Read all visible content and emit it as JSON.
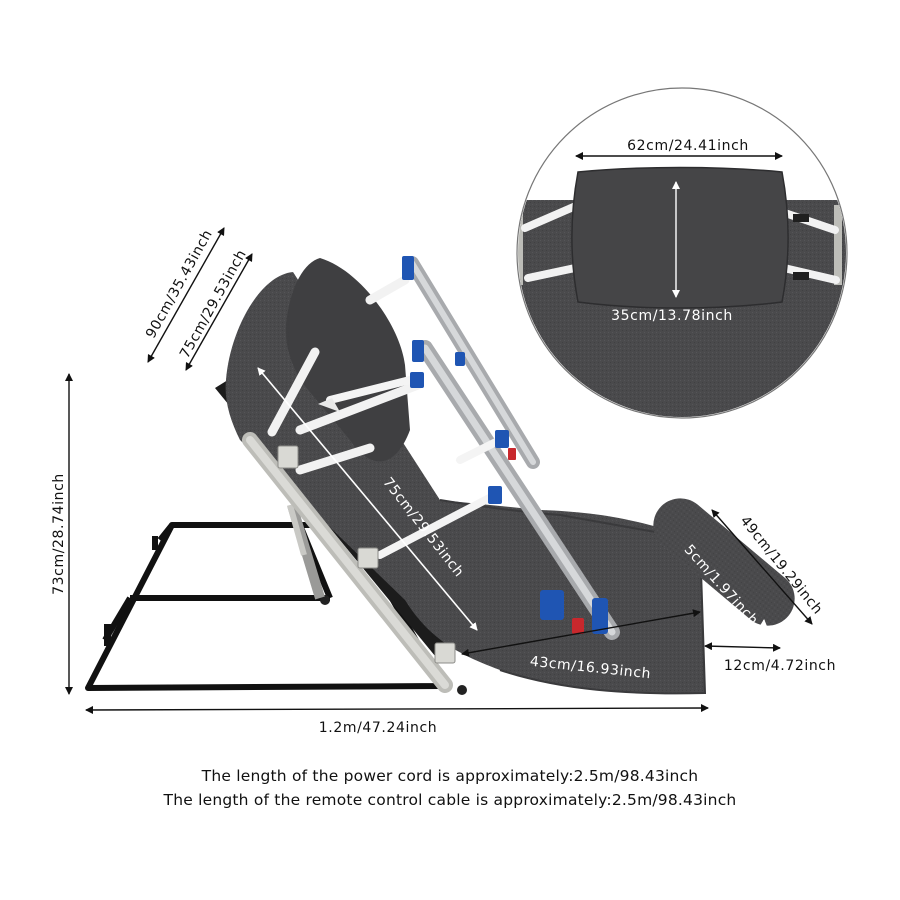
{
  "dimensions": {
    "total_length": "1.2m/47.24inch",
    "height": "73cm/28.74inch",
    "frame_length_outer": "90cm/35.43inch",
    "frame_length_inner": "75cm/29.53inch",
    "backrest_length": "75cm/29.53inch",
    "seat_depth": "43cm/16.93inch",
    "pillow_width": "62cm/24.41inch",
    "pillow_height": "35cm/13.78inch",
    "bolster_length": "49cm/19.29inch",
    "bolster_diameter": "5cm/1.97inch",
    "bolster_width": "12cm/4.72inch"
  },
  "notes": {
    "power_cord": "The length of the power cord is approximately:2.5m/98.43inch",
    "remote_cable": "The length of the remote control cable is approximately:2.5m/98.43inch"
  },
  "colors": {
    "fabric": "#4a4a4c",
    "frame": "#111111",
    "rail": "#c9c9c4",
    "accent_blue": "#1f55b3",
    "accent_red": "#c8282d"
  }
}
